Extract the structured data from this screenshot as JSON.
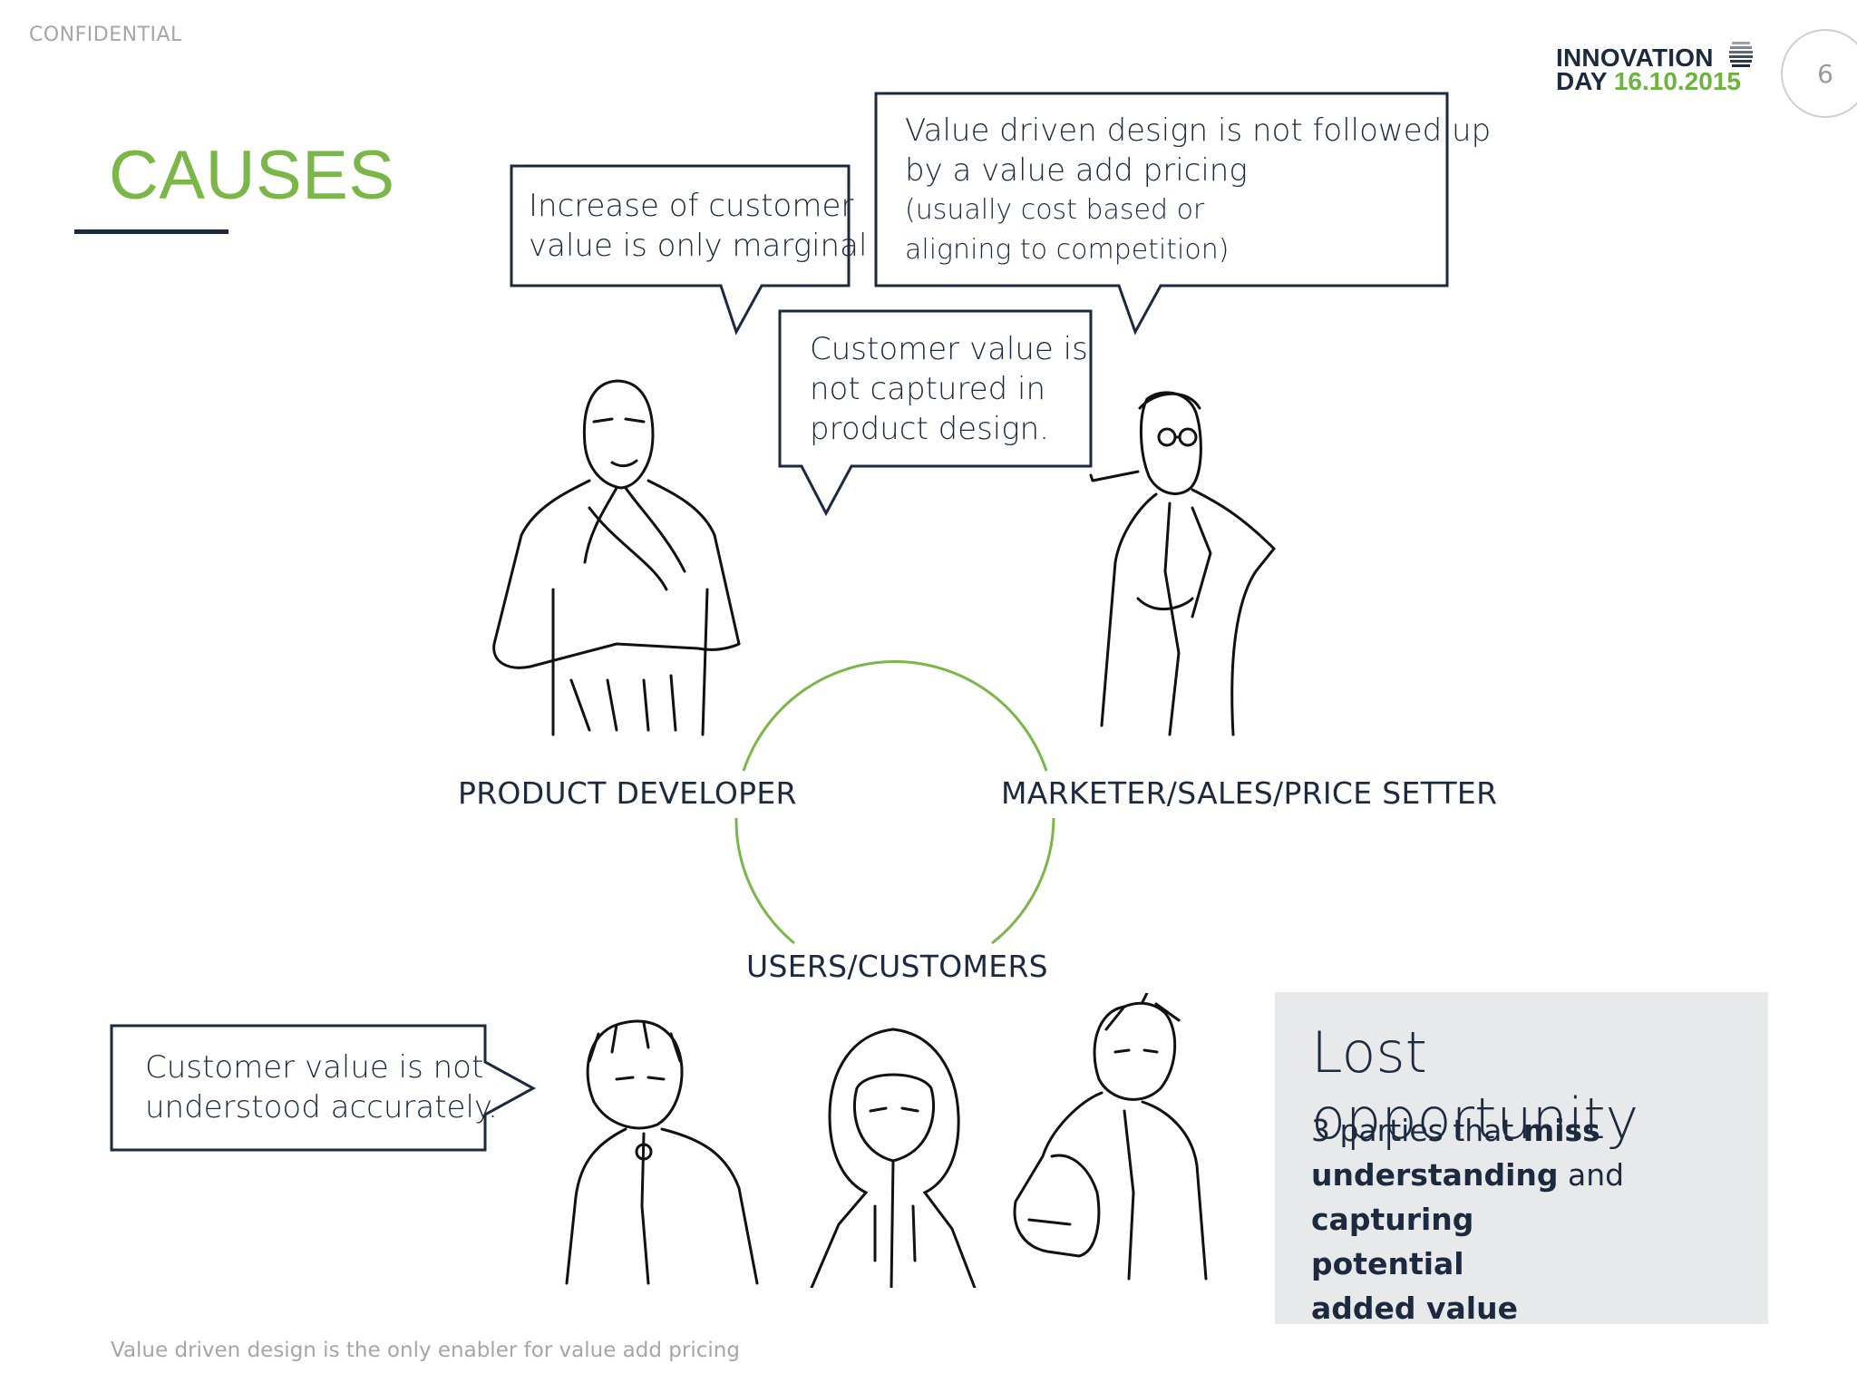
{
  "header": {
    "confidential": "CONFIDENTIAL",
    "logo_line1": "INNOVATION",
    "logo_line2_prefix": "DAY",
    "logo_line2_date": "16.10.2015",
    "page_number": "6"
  },
  "title": "CAUSES",
  "bubbles": {
    "marginal": {
      "line1": "Increase of customer",
      "line2": "value is only marginal"
    },
    "pricing": {
      "line1": "Value driven design is not followed up",
      "line2": "by a value add pricing",
      "line3": "(usually cost based or",
      "line4": "aligning to competition)"
    },
    "design": {
      "line1": "Customer value is",
      "line2": "not captured in",
      "line3": "product design."
    },
    "understood": {
      "line1": "Customer value is not",
      "line2": "understood accurately."
    }
  },
  "roles": {
    "developer": "PRODUCT DEVELOPER",
    "marketer": "MARKETER/SALES/PRICE SETTER",
    "customers": "USERS/CUSTOMERS"
  },
  "opportunity": {
    "title": "Lost opportunity",
    "t1": "3 parties that ",
    "b1": "miss",
    "b2": "understanding",
    "t2": " and ",
    "b3": "capturing",
    "b4": "potential",
    "b5": "added value"
  },
  "footer": "Value driven design is the only enabler for value add pricing",
  "colors": {
    "accent_green": "#7ab648",
    "navy": "#1b2a3e",
    "grey_box": "#e8e9eb"
  }
}
